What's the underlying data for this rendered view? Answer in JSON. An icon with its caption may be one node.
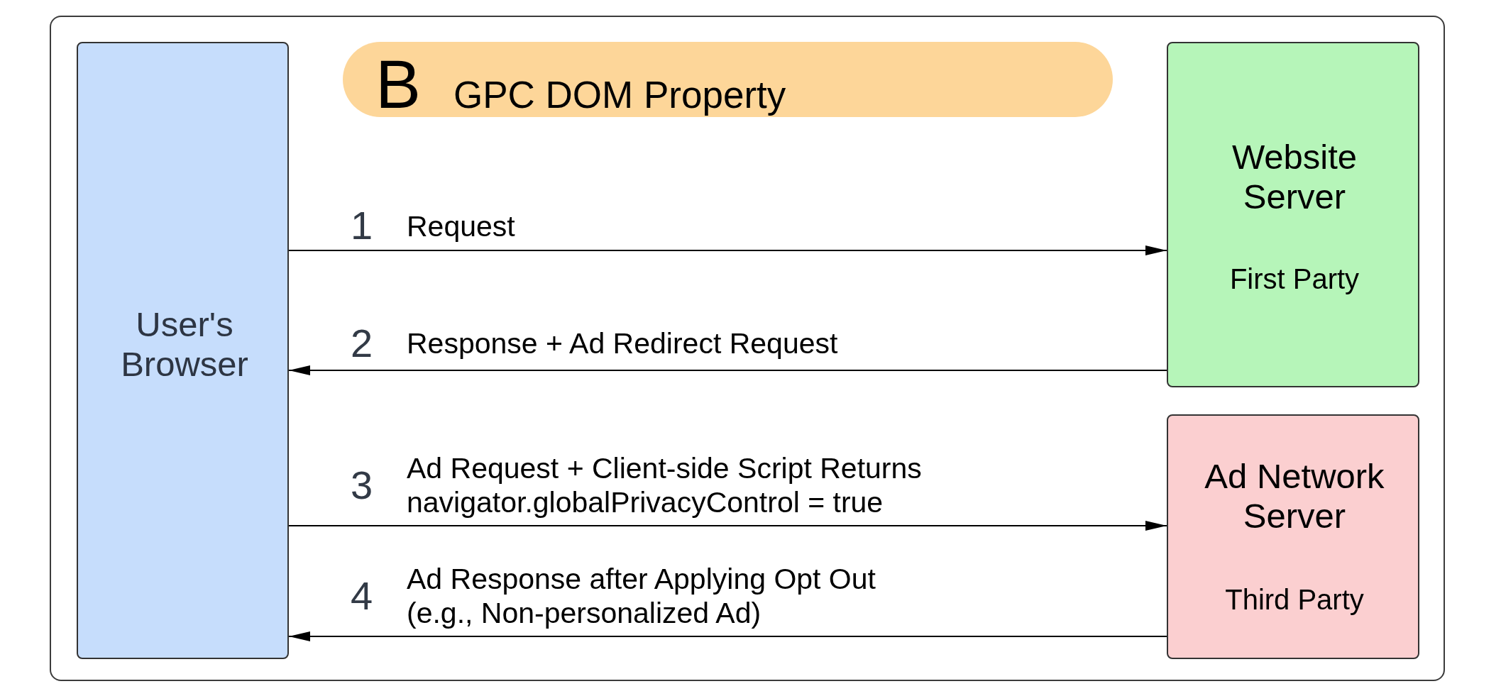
{
  "diagram": {
    "nodes": [
      {
        "text": [
          "B",
          "GPC DOM Property"
        ]
      },
      {
        "text": [
          "User's Browser"
        ]
      },
      {
        "text": [
          "Website Server",
          "First Party"
        ]
      },
      {
        "text": [
          "Ad Network Server",
          "Third Party"
        ]
      }
    ],
    "edges": [
      {
        "from": 1,
        "to": 2,
        "arrow": "to",
        "label": "Request"
      },
      {
        "from": 2,
        "to": 1,
        "arrow": "to",
        "label": "Response + Ad Redirect Request"
      },
      {
        "from": 1,
        "to": 3,
        "arrow": "to",
        "label": "Ad Request + Client-side Script Returns navigator.globalPrivacyControl = true"
      },
      {
        "from": 3,
        "to": 1,
        "arrow": "to",
        "label": "Ad Response after Applying Opt Out (e.g., Non-personalized Ad)"
      }
    ],
    "labels": [
      "1",
      "2",
      "3",
      "4"
    ]
  }
}
